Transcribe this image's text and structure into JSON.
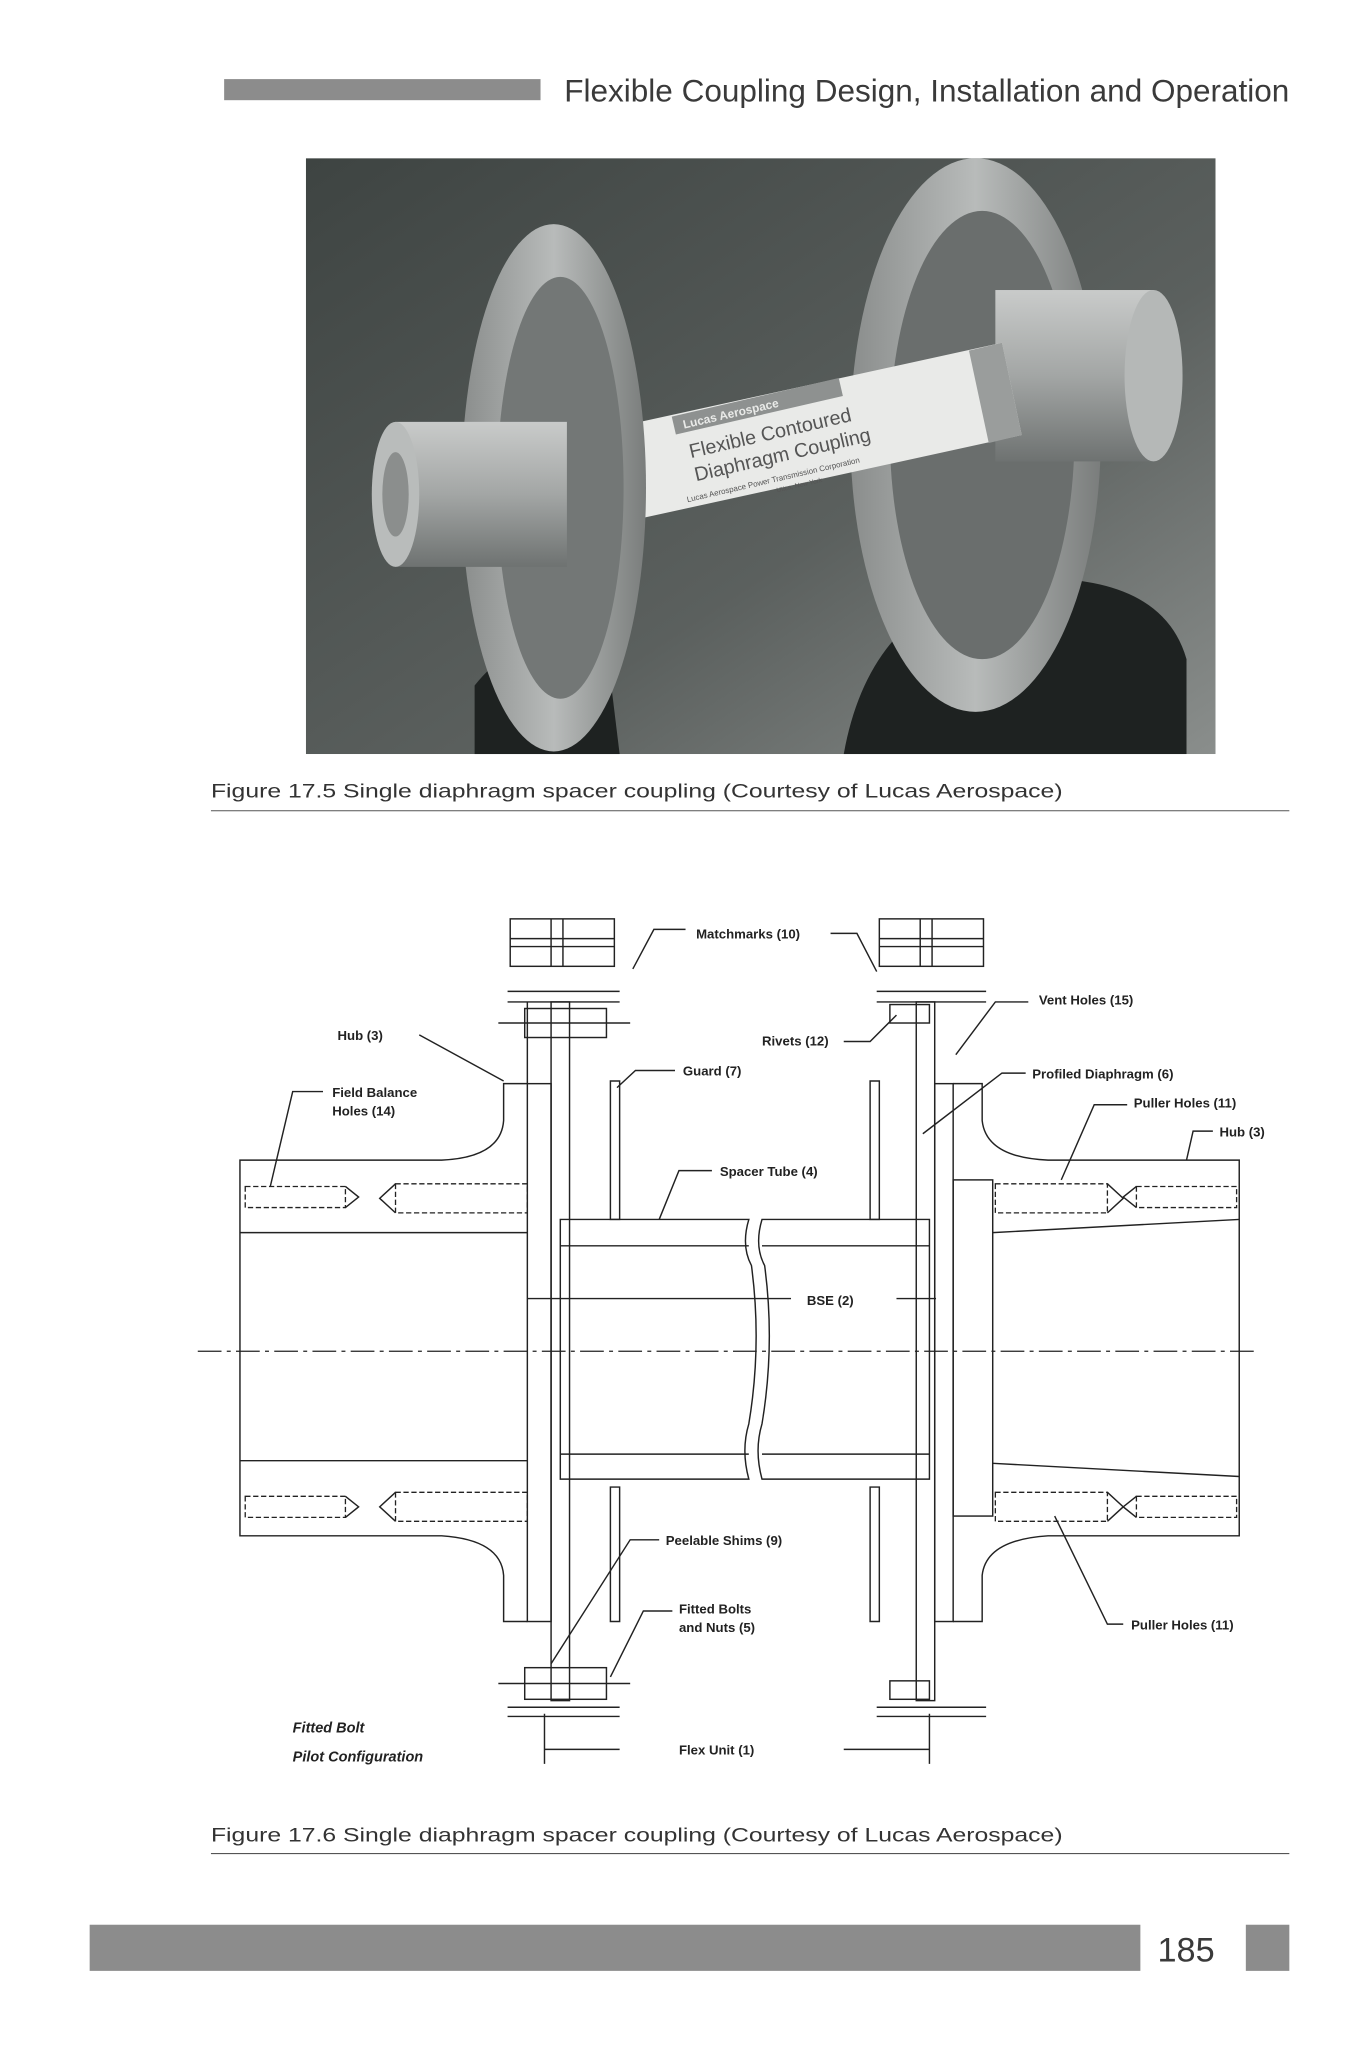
{
  "header": {
    "title": "Flexible Coupling Design, Installation and Operation"
  },
  "figure1": {
    "caption": "Figure 17.5 Single diaphragm spacer coupling (Courtesy of Lucas Aerospace)",
    "label_brand": "Lucas Aerospace",
    "label_line1": "Flexible Contoured",
    "label_line2": "Diaphragm Coupling",
    "label_small": "Lucas Aerospace Power Transmission Corporation",
    "label_city": "Utica, New York"
  },
  "figure2": {
    "caption": "Figure 17.6 Single diaphragm spacer coupling (Courtesy of Lucas Aerospace)",
    "labels": {
      "matchmarks": "Matchmarks (10)",
      "vent_holes": "Vent Holes (15)",
      "hub_left": "Hub (3)",
      "rivets": "Rivets (12)",
      "guard": "Guard (7)",
      "profiled_diaphragm": "Profiled Diaphragm (6)",
      "field_balance_1": "Field Balance",
      "field_balance_2": "Holes (14)",
      "puller_holes_top": "Puller Holes (11)",
      "hub_right": "Hub (3)",
      "spacer_tube": "Spacer Tube (4)",
      "bse": "BSE (2)",
      "peelable_shims": "Peelable Shims (9)",
      "fitted_bolts_1": "Fitted Bolts",
      "fitted_bolts_2": "and Nuts (5)",
      "puller_holes_bottom": "Puller Holes (11)",
      "pilot_1": "Fitted Bolt",
      "pilot_2": "Pilot Configuration",
      "flex_unit": "Flex Unit (1)"
    }
  },
  "footer": {
    "page_number": "185"
  },
  "colors": {
    "bar": "#8c8c8c",
    "text": "#333333"
  }
}
